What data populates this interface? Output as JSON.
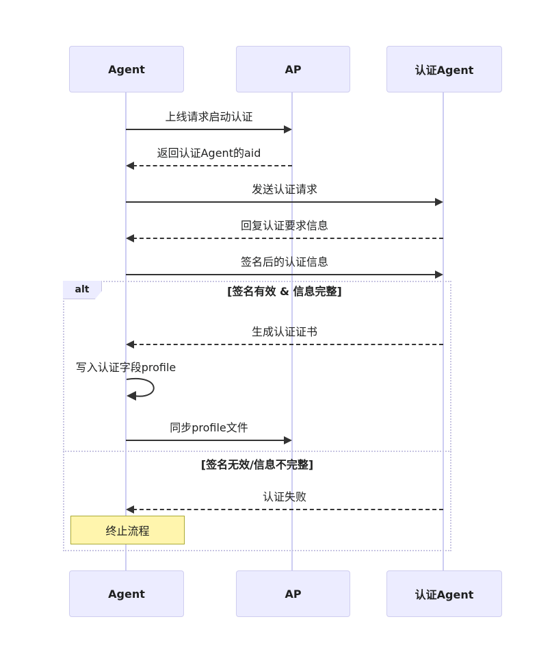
{
  "diagram": {
    "type": "sequence-diagram",
    "actors": [
      {
        "name": "Agent"
      },
      {
        "name": "AP"
      },
      {
        "name": "认证Agent"
      }
    ],
    "messages": [
      {
        "text": "上线请求启动认证",
        "from": "Agent",
        "to": "AP",
        "line": "solid"
      },
      {
        "text": "返回认证Agent的aid",
        "from": "AP",
        "to": "Agent",
        "line": "dashed"
      },
      {
        "text": "发送认证请求",
        "from": "Agent",
        "to": "认证Agent",
        "line": "solid"
      },
      {
        "text": "回复认证要求信息",
        "from": "认证Agent",
        "to": "Agent",
        "line": "dashed"
      },
      {
        "text": "签名后的认证信息",
        "from": "Agent",
        "to": "认证Agent",
        "line": "solid"
      },
      {
        "text": "生成认证证书",
        "from": "认证Agent",
        "to": "Agent",
        "line": "dashed"
      },
      {
        "text": "写入认证字段profile",
        "from": "Agent",
        "to": "Agent",
        "line": "solid",
        "self": true
      },
      {
        "text": "同步profile文件",
        "from": "Agent",
        "to": "AP",
        "line": "solid"
      },
      {
        "text": "认证失败",
        "from": "认证Agent",
        "to": "Agent",
        "line": "dashed"
      }
    ],
    "alt_frame": {
      "label": "alt",
      "conditions": [
        "[签名有效 & 信息完整]",
        "[签名无效/信息不完整]"
      ]
    },
    "note": {
      "text": "终止流程",
      "over": "Agent"
    },
    "colors": {
      "actor_fill": "#ECECFF",
      "actor_border": "#CFCDEF",
      "label_fill": "#ECECFF",
      "lifeline": "#CCCCF2",
      "message_line": "#333333",
      "text": "#1f2020",
      "frame_border": "#C7C4E2",
      "note_fill": "#FFF5AD",
      "note_border": "#AAAA33"
    }
  }
}
